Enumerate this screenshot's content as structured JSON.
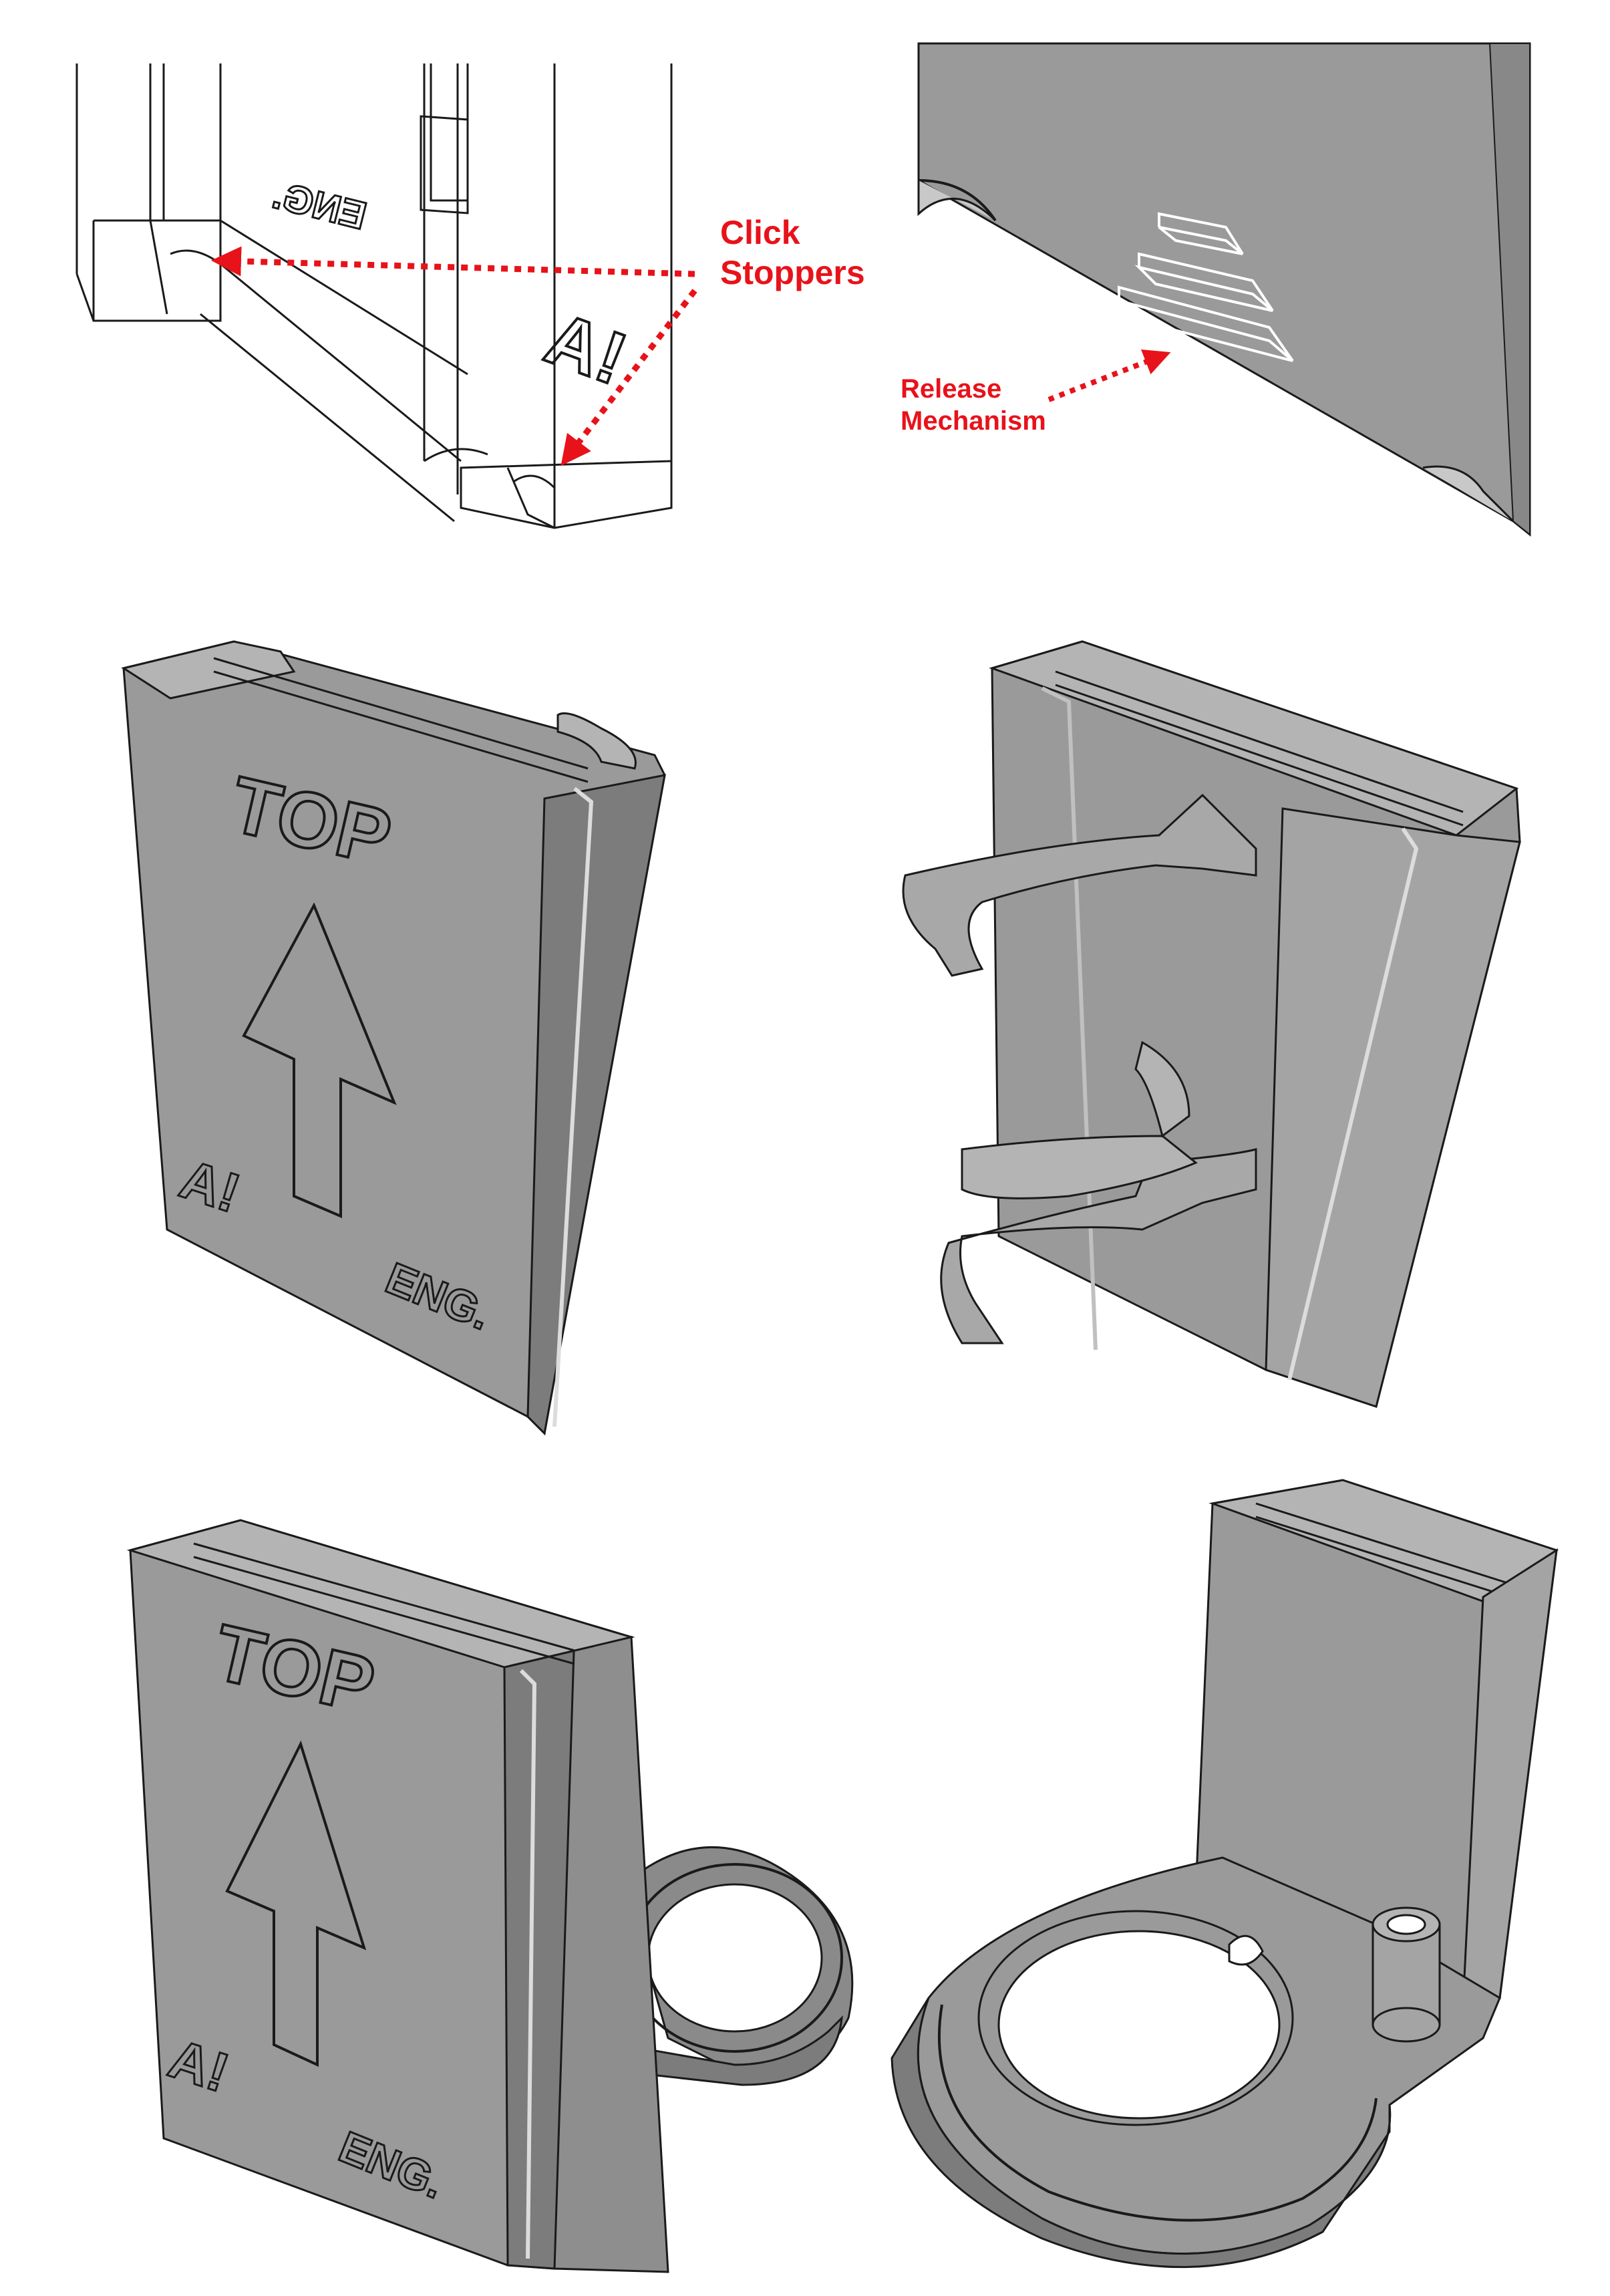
{
  "annotations": {
    "click_stoppers": [
      "Click",
      "Stoppers"
    ],
    "release_mechanism": [
      "Release",
      "Mechanism"
    ]
  },
  "embossed_text": {
    "top": "TOP",
    "logo": "A!",
    "eng": "ENG.",
    "mirrored_eng": "ENG."
  },
  "colors": {
    "part_face": "#9a9a9a",
    "part_light": "#b4b4b4",
    "part_dark": "#7c7c7c",
    "edge": "#1a1a1a",
    "annotation_red": "#e8121a"
  }
}
